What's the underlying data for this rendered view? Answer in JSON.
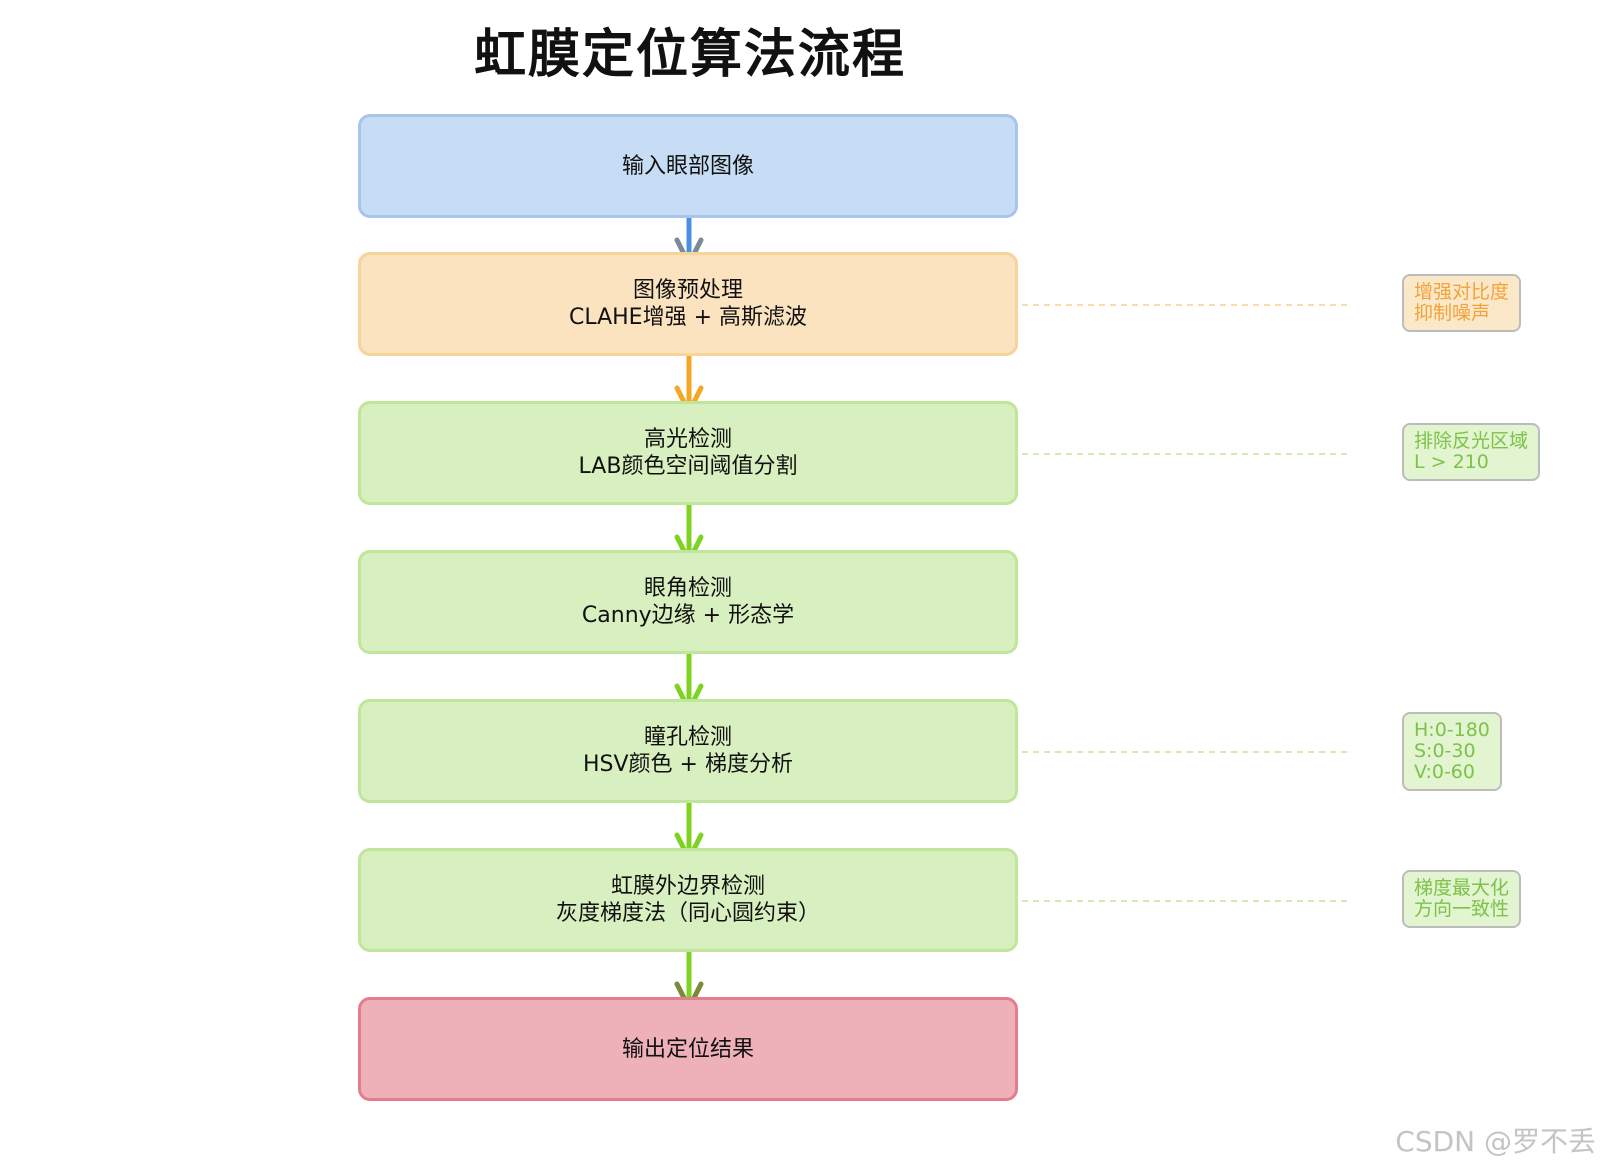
{
  "title": "虹膜定位算法流程",
  "steps": [
    {
      "line1": "输入眼部图像",
      "line2": ""
    },
    {
      "line1": "图像预处理",
      "line2": "CLAHE增强 + 高斯滤波"
    },
    {
      "line1": "高光检测",
      "line2": "LAB颜色空间阈值分割"
    },
    {
      "line1": "眼角检测",
      "line2": "Canny边缘 + 形态学"
    },
    {
      "line1": "瞳孔检测",
      "line2": "HSV颜色 + 梯度分析"
    },
    {
      "line1": "虹膜外边界检测",
      "line2": "灰度梯度法（同心圆约束）"
    },
    {
      "line1": "输出定位结果",
      "line2": ""
    }
  ],
  "notes": [
    {
      "step": "图像预处理",
      "lines": [
        "增强对比度",
        "抑制噪声"
      ],
      "color": "#f2a33a"
    },
    {
      "step": "高光检测",
      "lines": [
        "排除反光区域",
        "L > 210"
      ],
      "color": "#7dc24a"
    },
    {
      "step": "瞳孔检测",
      "lines": [
        "H:0-180",
        "S:0-30",
        "V:0-60"
      ],
      "color": "#7dc24a"
    },
    {
      "step": "虹膜外边界检测",
      "lines": [
        "梯度最大化",
        "方向一致性"
      ],
      "color": "#7dc24a"
    }
  ],
  "colors": {
    "input": "#c7dcf5",
    "preprocess": "#fbe3bf",
    "detect": "#d8f0c0",
    "output": "#efb1b9",
    "arrow_blue": "#4a90e2",
    "arrow_orange": "#f5a623",
    "arrow_green": "#7ed321"
  },
  "watermark": "CSDN @罗不丢"
}
